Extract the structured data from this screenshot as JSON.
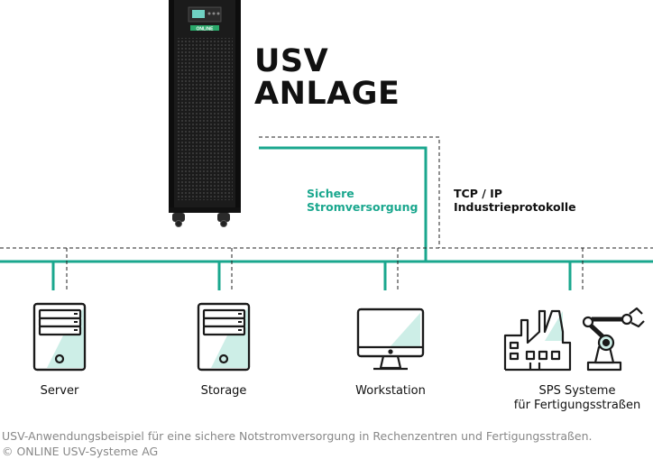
{
  "title": {
    "line1": "USV",
    "line2": "ANLAGE"
  },
  "connections": {
    "power": {
      "line1": "Sichere",
      "line2": "Stromversorgung"
    },
    "network": {
      "line1": "TCP / IP",
      "line2": "Industrieprotokolle"
    }
  },
  "devices": [
    {
      "label": "Server"
    },
    {
      "label": "Storage"
    },
    {
      "label": "Workstation"
    },
    {
      "label": "SPS Systeme",
      "label2": "für Fertigungsstraßen"
    }
  ],
  "ups_brand": "ONLINE",
  "caption": {
    "line1": "USV-Anwendungsbeispiel für eine sichere Notstromversorgung in Rechenzentren und Fertigungsstraßen.",
    "line2": "© ONLINE USV-Systeme AG"
  },
  "colors": {
    "accent": "#1aa78e",
    "dark": "#1a1a1a",
    "caption": "#888888",
    "screen_fill": "#cdeee7"
  }
}
